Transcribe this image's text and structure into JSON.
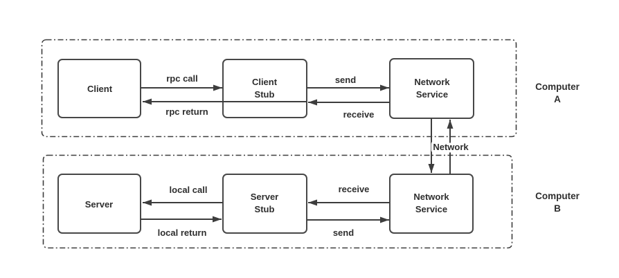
{
  "computer_a": {
    "label": [
      "Computer",
      "A"
    ],
    "client": "Client",
    "client_stub": [
      "Client",
      "Stub"
    ],
    "network_service": [
      "Network",
      "Service"
    ],
    "arrow_rpc_call": "rpc call",
    "arrow_rpc_return": "rpc return",
    "arrow_send": "send",
    "arrow_receive": "receive"
  },
  "computer_b": {
    "label": [
      "Computer",
      "B"
    ],
    "server": "Server",
    "server_stub": [
      "Server",
      "Stub"
    ],
    "network_service": [
      "Network",
      "Service"
    ],
    "arrow_local_call": "local call",
    "arrow_local_return": "local return",
    "arrow_receive": "receive",
    "arrow_send": "send"
  },
  "network_link_label": "Network",
  "colors": {
    "line": "#3d3d3d",
    "box_border": "#474747",
    "box_fill": "#ffffff",
    "text": "#2e2e2e",
    "background": "#ffffff"
  }
}
